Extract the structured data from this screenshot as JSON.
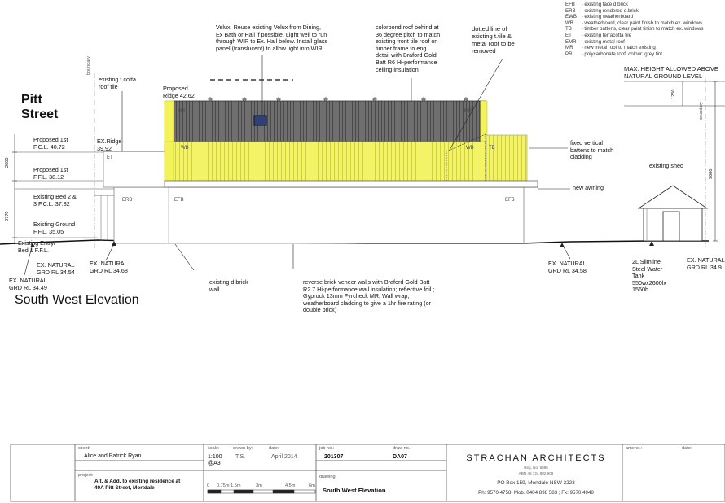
{
  "legend": [
    {
      "code": "EFB",
      "desc": "- existing face d.brick"
    },
    {
      "code": "ERB",
      "desc": "- existing rendered d.brick"
    },
    {
      "code": "EWB",
      "desc": "- existing weatherboard"
    },
    {
      "code": "WB",
      "desc": "- weatherboard, clear paint finish to match ex. windows"
    },
    {
      "code": "TB",
      "desc": "- timber battens, clear paint finish to match ex. windows"
    },
    {
      "code": "ET",
      "desc": "- existing terracotta tile"
    },
    {
      "code": "EMR",
      "desc": "- existing metal roof"
    },
    {
      "code": "MR",
      "desc": "- new metal roof to match existing"
    },
    {
      "code": "PR",
      "desc": "- polycarbonate roof; colour: grey tint"
    }
  ],
  "street": "Pitt\nStreet",
  "elevation_title": "South West Elevation",
  "boundary": "boundary",
  "notes": {
    "velux": "Velux. Reuse existing Velux from Dining,\nEx Bath or Hall if possible.  Light well to run\nthrough WIR to Ex. Hall below.  Install glass\npanel (translucent) to allow light into WIR.",
    "colorbond": "colorbond roof behind at\n36 degree pitch to match\nexisting front tile roof on\ntimber frame to eng.\ndetail with Braford Gold\nBatt R6 Hi-performance\nceiling insulation",
    "dotted": "dotted line of\nexisting t.tile &\nmetal roof to be\nremoved",
    "tcotta": "existing t.cotta\nroof tile",
    "proposed_ridge": "Proposed\nRidge 42.62",
    "ex_ridge": "EX.Ridge\n39.92",
    "battens": "fixed vertical\nbattens to match\ncladding",
    "awning": "new awning",
    "shed": "existing shed",
    "max_height": "MAX. HEIGHT ALLOWED ABOVE\nNATURAL GROUND LEVEL",
    "dbrick": "existing d.brick\nwall",
    "veneer": "reverse brick veneer walls with Braford Gold Batt\nR2.7 Hi-performance wall insulation; reflective foil ;\nGyprock 13mm Fyrcheck MR; Wall wrap;\nweatherboard cladding to give a 1hr fire rating (or\ndouble brick)",
    "tank": "2L Slimline\nSteel Water\nTank\n550wx2600lx\n1560h"
  },
  "levels": {
    "p1_fcl": "Proposed 1st\nF.C.L. 40.72",
    "p1_ffl": "Proposed 1st\nF.F.L. 38.12",
    "bed2": "Existing Bed 2 &\n3 F.C.L. 37.82",
    "ground": "Existing Ground\nF.F.L. 35.05",
    "entry": "Existing Entry/\nBed 1 F.F.L.",
    "grd_3454": "EX. NATURAL\nGRD RL 34.54",
    "grd_3449": "EX. NATURAL\nGRD RL 34.49",
    "grd_3468": "EX. NATURAL\nGRD RL 34.68",
    "grd_3458": "EX. NATURAL\nGRD RL 34.58",
    "grd_349": "EX. NATURAL\nGRD RL 34.9"
  },
  "dims": {
    "d2600": "2600",
    "d2770": "2770",
    "d1250": "1250",
    "d9000": "9000"
  },
  "tags": {
    "mr_left": "MR",
    "mr_right": "MR",
    "wb_left": "WB",
    "wb_right": "WB",
    "tb": "TB",
    "et": "ET",
    "erb": "ERB",
    "efb_left": "EFB",
    "efb_right": "EFB"
  },
  "title_block": {
    "client_label": "client:",
    "client": "Alice and Patrick Ryan",
    "project_label": "project:",
    "project": "Alt. & Add. to existing residence at\n49A Pitt Street, Mortdale",
    "scale_label": "scale:",
    "scale": "1:100\n@A3",
    "drawn_label": "drawn by:",
    "drawn": "T.S.",
    "date_label": "date:",
    "date": "April 2014",
    "job_label": "job no.:",
    "job": "201307",
    "drawno_label": "draw no.:",
    "drawno": "DA07",
    "drawing_label": "drawing:",
    "drawing": "South West Elevation",
    "scale_ticks": [
      "0",
      "0.75m 1.5m",
      "3m",
      "4.5m",
      "6m"
    ],
    "firm": "STRACHAN ARCHITECTS",
    "reg": "Reg. No. 6896",
    "abn": "ABN 48 724 882 909",
    "po": "PO Box 159, Mortdale NSW 2223",
    "phone": "Ph: 9570 4758; Mob. 0404 898 583 ; Fx: 9570 4948",
    "amend_label": "amend.:",
    "date2_label": "date:"
  },
  "colors": {
    "yellow": "#f2f25a",
    "yellow_edge": "#d8d820",
    "roof": "#6e6e6e"
  }
}
